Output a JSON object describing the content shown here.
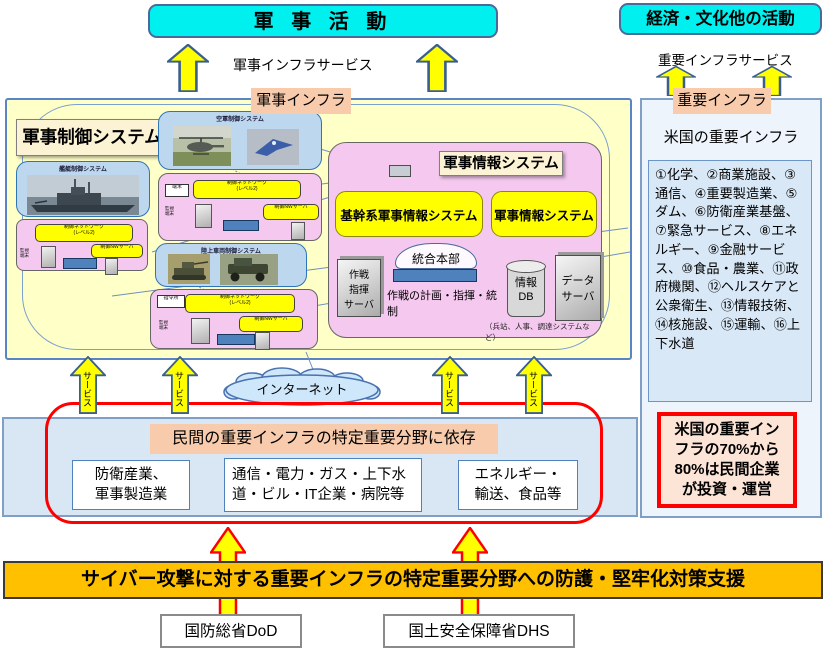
{
  "top": {
    "military_activity": "軍 事 活 動",
    "economic_activity": "経済・文化他の活動",
    "military_infra_service": "軍事インフラサービス",
    "critical_infra_service": "重要インフラサービス",
    "military_infra": "軍事インフラ",
    "critical_infra": "重要インフラ"
  },
  "control": {
    "title": "軍事制御システム",
    "air_system_label": "空軍制御システム",
    "ship_system_label": "艦艇制御システム",
    "vehicle_system_label": "陸上車両制御システム",
    "network_box": "制御ネットワーク\n(レベル2)",
    "network_server": "制御NWサーバ",
    "terminal_label": "端末",
    "command_label": "指令所",
    "monitor_label": "監視\n端末"
  },
  "info": {
    "title": "軍事情報システム",
    "core_system": "基幹系軍事情報システム",
    "info_system": "軍事情報システム",
    "headquarters": "統合本部",
    "ops_server": "作戦\n指揮\nサーバ",
    "ops_caption": "作戦の計画・指揮・統制",
    "info_db": "情報\nDB",
    "data_server": "データ\nサーバ",
    "note": "（兵站、人事、調達システムなど）"
  },
  "middle": {
    "internet": "インターネット",
    "service": "サービス"
  },
  "us_infra": {
    "heading": "米国の重要インフラ",
    "sectors": "①化学、②商業施設、③通信、④重要製造業、⑤ダム、⑥防衛産業基盤、⑦緊急サービス、⑧エネルギー、⑨金融サービス、⑩食品・農業、⑪政府機関、⑫ヘルスケアと公衆衛生、⑬情報技術、⑭核施設、⑮運輸、⑯上下水道",
    "ownership_note": "米国の重要インフラの70%から80%は民間企業が投資・運営"
  },
  "private_infra": {
    "title": "民間の重要インフラの特定重要分野に依存",
    "defense_industry": "防衛産業、軍事製造業",
    "utilities": "通信・電力・ガス・上下水道・ビル・IT企業・病院等",
    "energy": "エネルギー・輸送、食品等"
  },
  "bottom": {
    "banner": "サイバー攻撃に対する重要インフラの特定重要分野への防護・堅牢化対策支援",
    "dod": "国防総省DoD",
    "dhs": "国土安全保障省DHS"
  },
  "colors": {
    "activity_cyan": "#00f0f0",
    "infra_label_peach": "#f8cbad",
    "military_infra_yellow": "#ffffc8",
    "system_pink": "#f5c8ef",
    "photo_blue": "#bdd7ee",
    "component_yellow": "#ffff00",
    "alert_red": "#ff0000",
    "banner_orange": "#ffc000",
    "panel_blue": "#d9e7f5"
  },
  "icons": {
    "up-arrow-icon": "⇧",
    "internet-cloud-icon": "☁",
    "server-icon": "▯",
    "database-cylinder-icon": "⛁"
  }
}
